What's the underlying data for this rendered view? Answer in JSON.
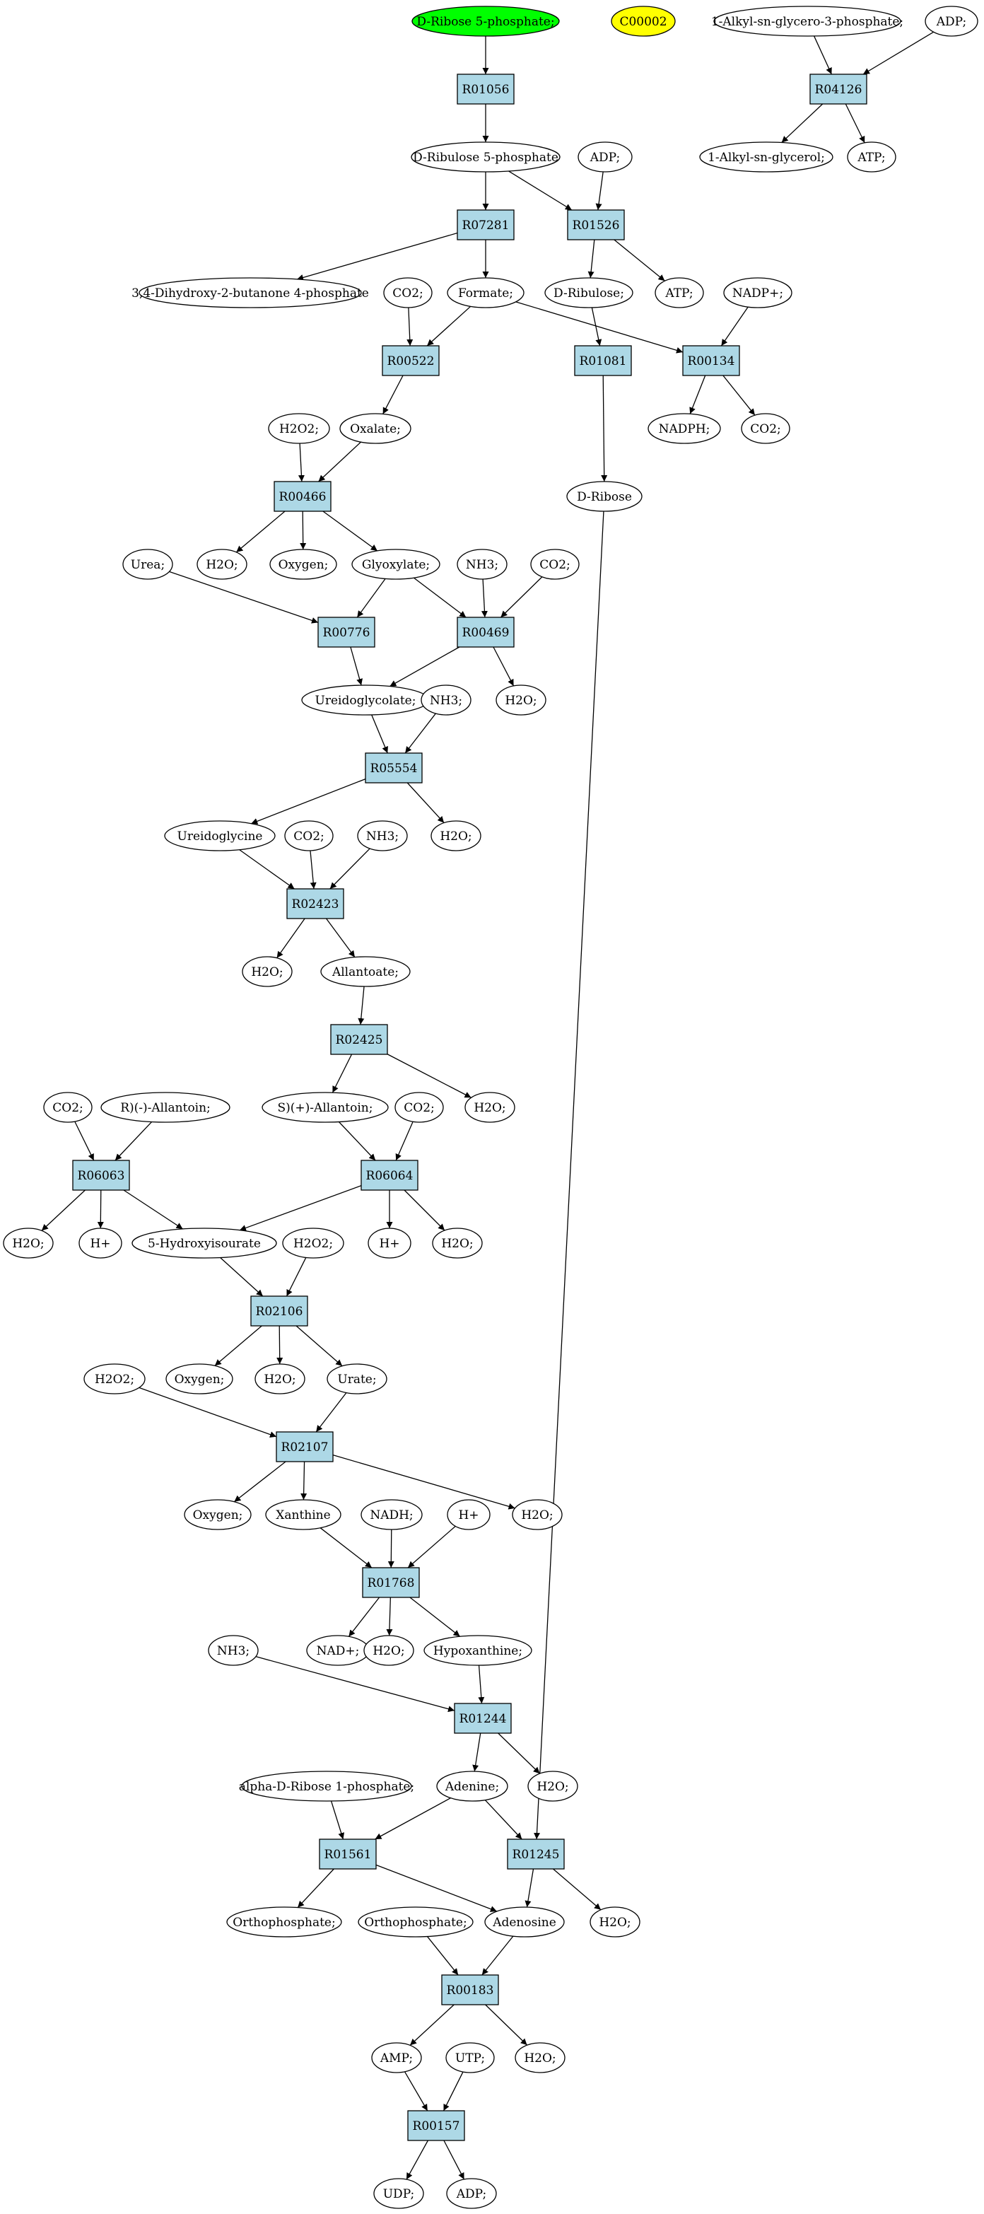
{
  "colors": {
    "reaction_fill": "#add8e6",
    "start_fill": "#00ff00",
    "highlight_fill": "#ffff00",
    "compound_fill": "#ffffff",
    "stroke": "#000000"
  },
  "nodes": [
    {
      "id": "n1",
      "label": "D-Ribose 5-phosphate;",
      "kind": "start"
    },
    {
      "id": "n2",
      "label": "C00002",
      "kind": "highlight"
    },
    {
      "id": "n3",
      "label": "1-Alkyl-sn-glycero-3-phosphate;",
      "kind": "compound"
    },
    {
      "id": "n4",
      "label": "ADP;",
      "kind": "compound"
    },
    {
      "id": "n5",
      "label": "R01056",
      "kind": "reaction"
    },
    {
      "id": "n6",
      "label": "R04126",
      "kind": "reaction"
    },
    {
      "id": "n7",
      "label": "D-Ribulose 5-phosphate",
      "kind": "compound"
    },
    {
      "id": "n8",
      "label": "ADP;",
      "kind": "compound"
    },
    {
      "id": "n9",
      "label": "1-Alkyl-sn-glycerol;",
      "kind": "compound"
    },
    {
      "id": "n10",
      "label": "ATP;",
      "kind": "compound"
    },
    {
      "id": "n11",
      "label": "R07281",
      "kind": "reaction"
    },
    {
      "id": "n12",
      "label": "R01526",
      "kind": "reaction"
    },
    {
      "id": "n13",
      "label": "3,4-Dihydroxy-2-butanone 4-phosphate",
      "kind": "compound"
    },
    {
      "id": "n14",
      "label": "CO2;",
      "kind": "compound"
    },
    {
      "id": "n15",
      "label": "Formate;",
      "kind": "compound"
    },
    {
      "id": "n16",
      "label": "D-Ribulose;",
      "kind": "compound"
    },
    {
      "id": "n17",
      "label": "ATP;",
      "kind": "compound"
    },
    {
      "id": "n18",
      "label": "NADP+;",
      "kind": "compound"
    },
    {
      "id": "n19",
      "label": "R00522",
      "kind": "reaction"
    },
    {
      "id": "n20",
      "label": "R01081",
      "kind": "reaction"
    },
    {
      "id": "n21",
      "label": "R00134",
      "kind": "reaction"
    },
    {
      "id": "n22",
      "label": "Oxalate;",
      "kind": "compound"
    },
    {
      "id": "n23",
      "label": "H2O2;",
      "kind": "compound"
    },
    {
      "id": "n24",
      "label": "NADPH;",
      "kind": "compound"
    },
    {
      "id": "n25",
      "label": "CO2;",
      "kind": "compound"
    },
    {
      "id": "n26",
      "label": "R00466",
      "kind": "reaction"
    },
    {
      "id": "n27",
      "label": "D-Ribose",
      "kind": "compound"
    },
    {
      "id": "n28",
      "label": "H2O;",
      "kind": "compound"
    },
    {
      "id": "n29",
      "label": "Oxygen;",
      "kind": "compound"
    },
    {
      "id": "n30",
      "label": "Glyoxylate;",
      "kind": "compound"
    },
    {
      "id": "n31",
      "label": "Urea;",
      "kind": "compound"
    },
    {
      "id": "n32",
      "label": "NH3;",
      "kind": "compound"
    },
    {
      "id": "n33",
      "label": "CO2;",
      "kind": "compound"
    },
    {
      "id": "n34",
      "label": "R00776",
      "kind": "reaction"
    },
    {
      "id": "n35",
      "label": "R00469",
      "kind": "reaction"
    },
    {
      "id": "n36",
      "label": "Ureidoglycolate;",
      "kind": "compound"
    },
    {
      "id": "n37",
      "label": "NH3;",
      "kind": "compound"
    },
    {
      "id": "n38",
      "label": "H2O;",
      "kind": "compound"
    },
    {
      "id": "n39",
      "label": "R05554",
      "kind": "reaction"
    },
    {
      "id": "n40",
      "label": "Ureidoglycine",
      "kind": "compound"
    },
    {
      "id": "n41",
      "label": "CO2;",
      "kind": "compound"
    },
    {
      "id": "n42",
      "label": "NH3;",
      "kind": "compound"
    },
    {
      "id": "n43",
      "label": "H2O;",
      "kind": "compound"
    },
    {
      "id": "n44",
      "label": "R02423",
      "kind": "reaction"
    },
    {
      "id": "n45",
      "label": "H2O;",
      "kind": "compound"
    },
    {
      "id": "n46",
      "label": "Allantoate;",
      "kind": "compound"
    },
    {
      "id": "n47",
      "label": "R02425",
      "kind": "reaction"
    },
    {
      "id": "n48",
      "label": "CO2;",
      "kind": "compound"
    },
    {
      "id": "n49",
      "label": "R)(-)-Allantoin;",
      "kind": "compound"
    },
    {
      "id": "n50",
      "label": "S)(+)-Allantoin;",
      "kind": "compound"
    },
    {
      "id": "n51",
      "label": "CO2;",
      "kind": "compound"
    },
    {
      "id": "n52",
      "label": "H2O;",
      "kind": "compound"
    },
    {
      "id": "n53",
      "label": "R06063",
      "kind": "reaction"
    },
    {
      "id": "n54",
      "label": "R06064",
      "kind": "reaction"
    },
    {
      "id": "n55",
      "label": "H2O;",
      "kind": "compound"
    },
    {
      "id": "n56",
      "label": "H+",
      "kind": "compound"
    },
    {
      "id": "n57",
      "label": "5-Hydroxyisourate",
      "kind": "compound"
    },
    {
      "id": "n58",
      "label": "H2O2;",
      "kind": "compound"
    },
    {
      "id": "n59",
      "label": "H+",
      "kind": "compound"
    },
    {
      "id": "n60",
      "label": "H2O;",
      "kind": "compound"
    },
    {
      "id": "n61",
      "label": "R02106",
      "kind": "reaction"
    },
    {
      "id": "n62",
      "label": "H2O2;",
      "kind": "compound"
    },
    {
      "id": "n63",
      "label": "Oxygen;",
      "kind": "compound"
    },
    {
      "id": "n64",
      "label": "H2O;",
      "kind": "compound"
    },
    {
      "id": "n65",
      "label": "Urate;",
      "kind": "compound"
    },
    {
      "id": "n66",
      "label": "R02107",
      "kind": "reaction"
    },
    {
      "id": "n67",
      "label": "Oxygen;",
      "kind": "compound"
    },
    {
      "id": "n68",
      "label": "Xanthine",
      "kind": "compound"
    },
    {
      "id": "n69",
      "label": "NADH;",
      "kind": "compound"
    },
    {
      "id": "n70",
      "label": "H+",
      "kind": "compound"
    },
    {
      "id": "n71",
      "label": "H2O;",
      "kind": "compound"
    },
    {
      "id": "n72",
      "label": "R01768",
      "kind": "reaction"
    },
    {
      "id": "n73",
      "label": "NH3;",
      "kind": "compound"
    },
    {
      "id": "n74",
      "label": "NAD+;",
      "kind": "compound"
    },
    {
      "id": "n75",
      "label": "H2O;",
      "kind": "compound"
    },
    {
      "id": "n76",
      "label": "Hypoxanthine;",
      "kind": "compound"
    },
    {
      "id": "n77",
      "label": "R01244",
      "kind": "reaction"
    },
    {
      "id": "n78",
      "label": "alpha-D-Ribose 1-phosphate;",
      "kind": "compound"
    },
    {
      "id": "n79",
      "label": "Adenine;",
      "kind": "compound"
    },
    {
      "id": "n80",
      "label": "H2O;",
      "kind": "compound"
    },
    {
      "id": "n81",
      "label": "R01561",
      "kind": "reaction"
    },
    {
      "id": "n82",
      "label": "R01245",
      "kind": "reaction"
    },
    {
      "id": "n83",
      "label": "Orthophosphate;",
      "kind": "compound"
    },
    {
      "id": "n84",
      "label": "Orthophosphate;",
      "kind": "compound"
    },
    {
      "id": "n85",
      "label": "Adenosine",
      "kind": "compound"
    },
    {
      "id": "n86",
      "label": "H2O;",
      "kind": "compound"
    },
    {
      "id": "n87",
      "label": "R00183",
      "kind": "reaction"
    },
    {
      "id": "n88",
      "label": "AMP;",
      "kind": "compound"
    },
    {
      "id": "n89",
      "label": "UTP;",
      "kind": "compound"
    },
    {
      "id": "n90",
      "label": "H2O;",
      "kind": "compound"
    },
    {
      "id": "n91",
      "label": "R00157",
      "kind": "reaction"
    },
    {
      "id": "n92",
      "label": "UDP;",
      "kind": "compound"
    },
    {
      "id": "n93",
      "label": "ADP;",
      "kind": "compound"
    }
  ],
  "edges": [
    [
      "n1",
      "n5"
    ],
    [
      "n5",
      "n7"
    ],
    [
      "n3",
      "n6"
    ],
    [
      "n4",
      "n6"
    ],
    [
      "n6",
      "n9"
    ],
    [
      "n6",
      "n10"
    ],
    [
      "n7",
      "n11"
    ],
    [
      "n7",
      "n12"
    ],
    [
      "n8",
      "n12"
    ],
    [
      "n11",
      "n13"
    ],
    [
      "n11",
      "n15"
    ],
    [
      "n12",
      "n16"
    ],
    [
      "n12",
      "n17"
    ],
    [
      "n14",
      "n19"
    ],
    [
      "n15",
      "n19"
    ],
    [
      "n15",
      "n21"
    ],
    [
      "n16",
      "n20"
    ],
    [
      "n18",
      "n21"
    ],
    [
      "n21",
      "n24"
    ],
    [
      "n21",
      "n25"
    ],
    [
      "n19",
      "n22"
    ],
    [
      "n20",
      "n27"
    ],
    [
      "n22",
      "n26"
    ],
    [
      "n23",
      "n26"
    ],
    [
      "n26",
      "n28"
    ],
    [
      "n26",
      "n29"
    ],
    [
      "n26",
      "n30"
    ],
    [
      "n31",
      "n34"
    ],
    [
      "n30",
      "n34"
    ],
    [
      "n30",
      "n35"
    ],
    [
      "n32",
      "n35"
    ],
    [
      "n33",
      "n35"
    ],
    [
      "n34",
      "n36"
    ],
    [
      "n35",
      "n36"
    ],
    [
      "n35",
      "n38"
    ],
    [
      "n36",
      "n39"
    ],
    [
      "n37",
      "n39"
    ],
    [
      "n39",
      "n40"
    ],
    [
      "n39",
      "n43"
    ],
    [
      "n40",
      "n44"
    ],
    [
      "n41",
      "n44"
    ],
    [
      "n42",
      "n44"
    ],
    [
      "n44",
      "n45"
    ],
    [
      "n44",
      "n46"
    ],
    [
      "n46",
      "n47"
    ],
    [
      "n47",
      "n50"
    ],
    [
      "n47",
      "n52"
    ],
    [
      "n48",
      "n53"
    ],
    [
      "n49",
      "n53"
    ],
    [
      "n50",
      "n54"
    ],
    [
      "n51",
      "n54"
    ],
    [
      "n53",
      "n55"
    ],
    [
      "n53",
      "n56"
    ],
    [
      "n53",
      "n57"
    ],
    [
      "n54",
      "n57"
    ],
    [
      "n54",
      "n59"
    ],
    [
      "n54",
      "n60"
    ],
    [
      "n57",
      "n61"
    ],
    [
      "n58",
      "n61"
    ],
    [
      "n61",
      "n63"
    ],
    [
      "n61",
      "n64"
    ],
    [
      "n61",
      "n65"
    ],
    [
      "n62",
      "n66"
    ],
    [
      "n65",
      "n66"
    ],
    [
      "n66",
      "n67"
    ],
    [
      "n66",
      "n68"
    ],
    [
      "n66",
      "n71"
    ],
    [
      "n68",
      "n72"
    ],
    [
      "n69",
      "n72"
    ],
    [
      "n70",
      "n72"
    ],
    [
      "n72",
      "n74"
    ],
    [
      "n72",
      "n75"
    ],
    [
      "n72",
      "n76"
    ],
    [
      "n73",
      "n77"
    ],
    [
      "n76",
      "n77"
    ],
    [
      "n77",
      "n79"
    ],
    [
      "n77",
      "n80"
    ],
    [
      "n78",
      "n81"
    ],
    [
      "n79",
      "n81"
    ],
    [
      "n79",
      "n82"
    ],
    [
      "n27",
      "n82"
    ],
    [
      "n81",
      "n83"
    ],
    [
      "n81",
      "n85"
    ],
    [
      "n82",
      "n85"
    ],
    [
      "n82",
      "n86"
    ],
    [
      "n84",
      "n87"
    ],
    [
      "n85",
      "n87"
    ],
    [
      "n87",
      "n88"
    ],
    [
      "n87",
      "n90"
    ],
    [
      "n88",
      "n91"
    ],
    [
      "n89",
      "n91"
    ],
    [
      "n91",
      "n92"
    ],
    [
      "n91",
      "n93"
    ]
  ]
}
